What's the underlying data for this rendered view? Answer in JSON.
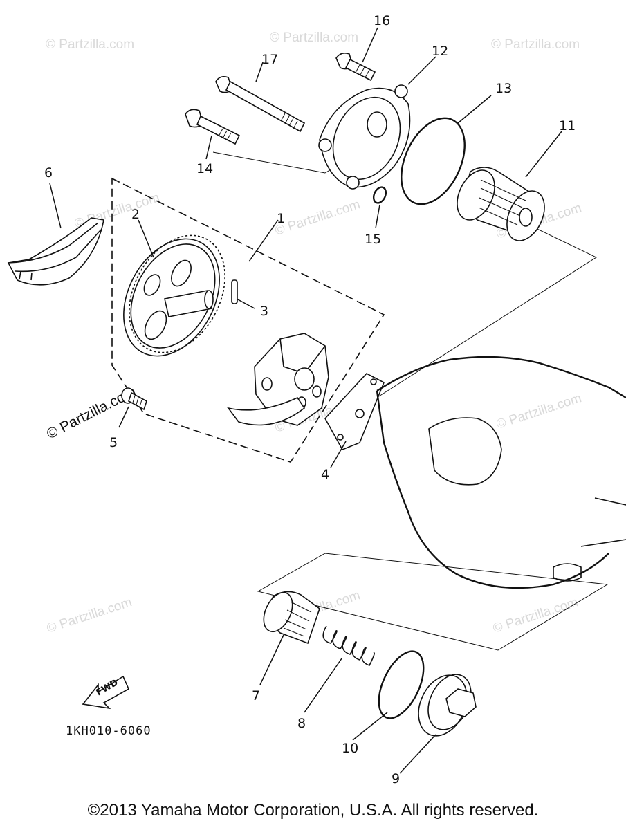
{
  "watermark_text": "© Partzilla.com",
  "diagram_code": "1KH010-6060",
  "fwd_label": "FWD",
  "copyright": "©2013 Yamaha Motor Corporation, U.S.A. All rights reserved.",
  "callouts": {
    "c1": "1",
    "c2": "2",
    "c3": "3",
    "c4": "4",
    "c5": "5",
    "c6": "6",
    "c7": "7",
    "c8": "8",
    "c9": "9",
    "c10": "10",
    "c11": "11",
    "c12": "12",
    "c13": "13",
    "c14": "14",
    "c15": "15",
    "c16": "16",
    "c17": "17"
  }
}
